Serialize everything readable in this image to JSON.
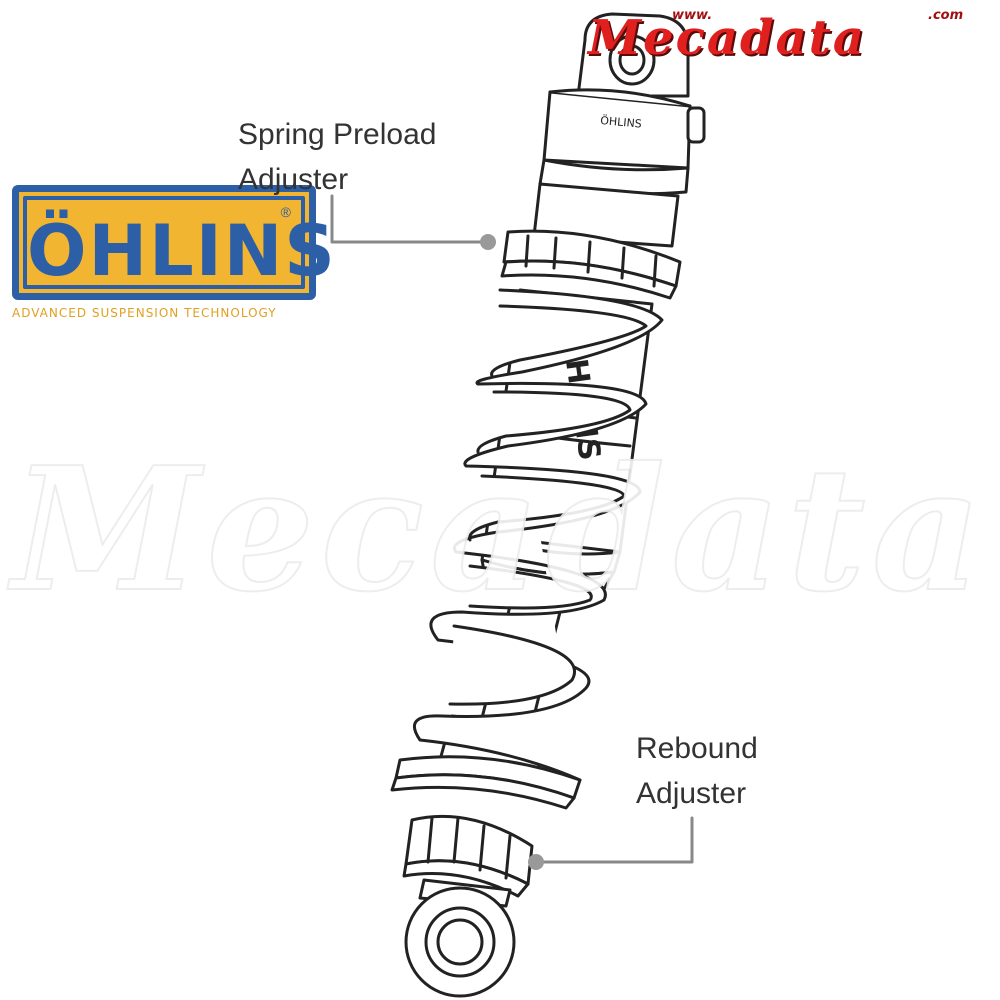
{
  "callouts": [
    {
      "line1": "Spring Preload",
      "line2": "Adjuster"
    },
    {
      "line1": "Rebound",
      "line2": "Adjuster"
    }
  ],
  "logo": {
    "name": "ÖHLINS",
    "registered": "®",
    "tagline": "ADVANCED SUSPENSION TECHNOLOGY",
    "yellow": "#f2b531",
    "blue": "#2d5fa6"
  },
  "brand": {
    "prefix": "www.",
    "name": "Mecadata",
    "suffix": ".com",
    "color": "#e0201e"
  },
  "watermark": "Mecadata",
  "body_label": "ÖHLINS",
  "head_label": "ÖHLINS"
}
